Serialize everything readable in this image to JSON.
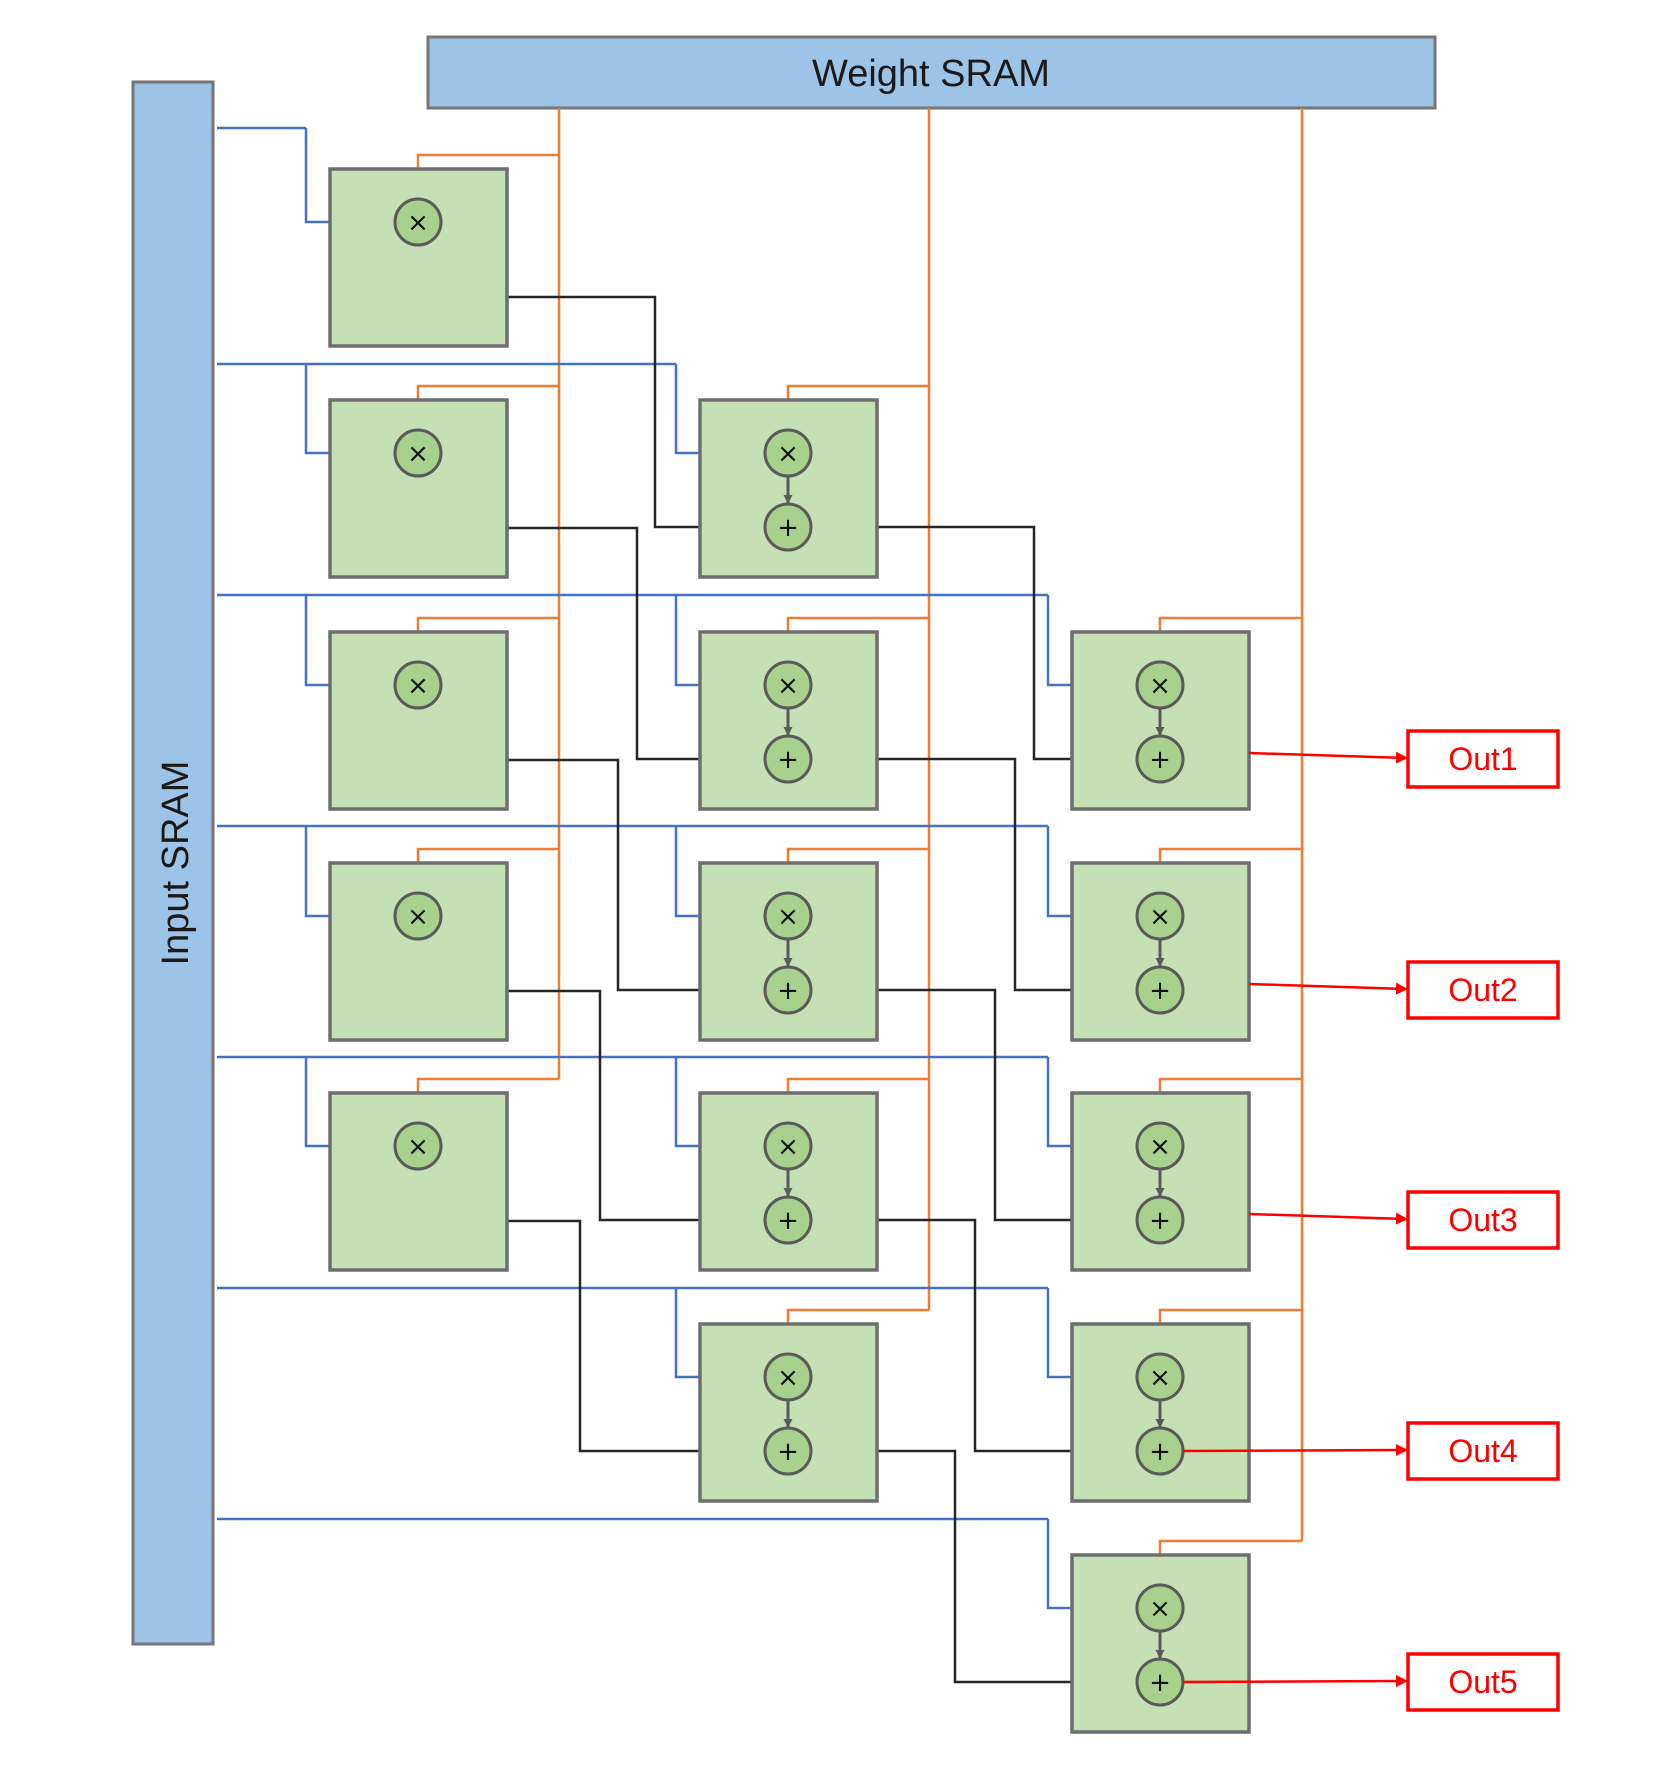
{
  "weight_sram": {
    "label": "Weight SRAM"
  },
  "input_sram": {
    "label": "Input SRAM"
  },
  "operators": {
    "multiply": "×",
    "add": "+"
  },
  "outputs": [
    "Out1",
    "Out2",
    "Out3",
    "Out4",
    "Out5"
  ],
  "colors": {
    "sram_fill": "#9dc3e6",
    "pe_fill": "#c5e0b4",
    "operator_fill": "#a9d18e",
    "weight_wire": "#ed7d31",
    "input_wire": "#4472c4",
    "partial_sum_wire": "#262626",
    "output_wire": "#ff0000"
  }
}
